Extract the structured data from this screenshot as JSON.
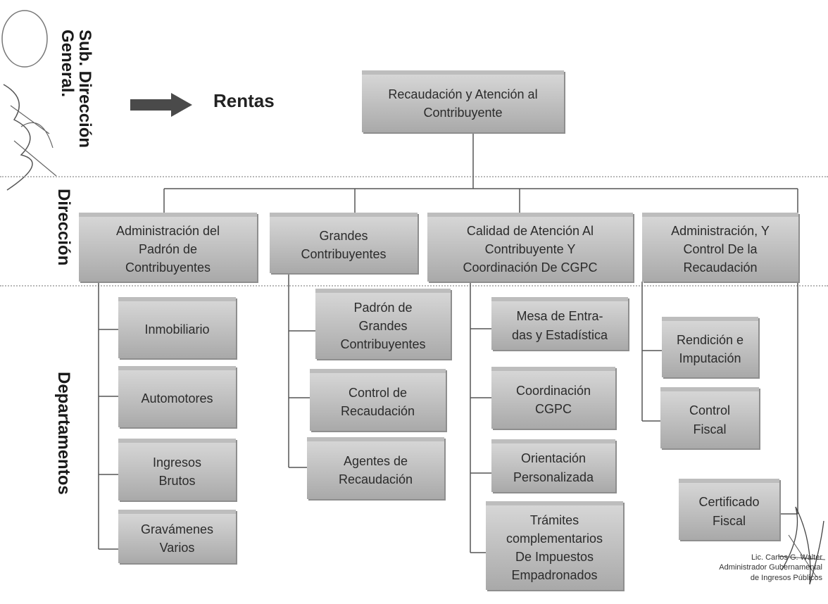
{
  "sidebar": {
    "sub_direccion": "Sub. Dirección\nGeneral.",
    "direccion": "Dirección",
    "departamentos": "Departamentos"
  },
  "header": {
    "rentas": "Rentas"
  },
  "root": {
    "label": "Recaudación y Atención al\nContribuyente"
  },
  "direcciones": [
    {
      "label": "Administración del\nPadrón de\nContribuyentes"
    },
    {
      "label": "Grandes\nContribuyentes"
    },
    {
      "label": "Calidad de Atención Al\nContribuyente Y\nCoordinación De CGPC"
    },
    {
      "label": "Administración, Y\nControl De la\nRecaudación"
    }
  ],
  "departamentos": {
    "col1": [
      {
        "label": "Inmobiliario"
      },
      {
        "label": "Automotores"
      },
      {
        "label": "Ingresos\nBrutos"
      },
      {
        "label": "Gravámenes\nVarios"
      }
    ],
    "col2": [
      {
        "label": "Padrón de\nGrandes\nContribuyentes"
      },
      {
        "label": "Control de\nRecaudación"
      },
      {
        "label": "Agentes de\nRecaudación"
      }
    ],
    "col3": [
      {
        "label": "Mesa de Entra-\ndas y Estadística"
      },
      {
        "label": "Coordinación\nCGPC"
      },
      {
        "label": "Orientación\nPersonalizada"
      },
      {
        "label": "Trámites\ncomplementarios\nDe Impuestos\nEmpadronados"
      }
    ],
    "col4": [
      {
        "label": "Rendición e\nImputación"
      },
      {
        "label": "Control\nFiscal"
      },
      {
        "label": "Certificado\nFiscal"
      }
    ]
  },
  "signature": {
    "line1": "Lic. Carlos G. Walter",
    "line2": "Administrador Gubernamental",
    "line3": "de Ingresos Públicos"
  },
  "colors": {
    "box": "#bfbfbf",
    "arrow": "#4a4a4a",
    "lines": "#555555"
  }
}
